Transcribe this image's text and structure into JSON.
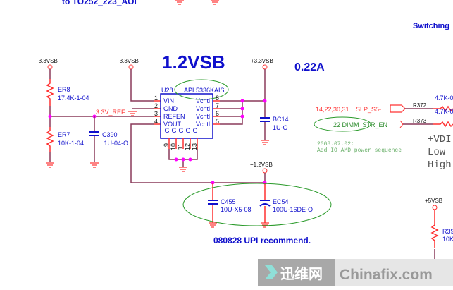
{
  "top_note": "to TO252_223_AOI",
  "switching": "Switching",
  "title": "1.2VSB",
  "current": "0.22A",
  "rails": {
    "v33_a": "+3.3VSB",
    "v33_b": "+3.3VSB",
    "v33_c": "+3.3VSB",
    "v12": "+1.2VSB",
    "v5": "+5VSB"
  },
  "er8": {
    "ref": "ER8",
    "val": "17.4K-1-04"
  },
  "er7": {
    "ref": "ER7",
    "val": "10K-1-04"
  },
  "c390": {
    "ref": "C390",
    "val": ".1U-04-O"
  },
  "net_ref": "3.3V_REF",
  "u28": {
    "ref": "U28",
    "part": "APL5336KAIS",
    "left_pins": [
      {
        "n": "1",
        "name": "VIN"
      },
      {
        "n": "2",
        "name": "GND"
      },
      {
        "n": "3",
        "name": "REFEN"
      },
      {
        "n": "4",
        "name": "VOUT"
      }
    ],
    "right_pins": [
      {
        "n": "8",
        "name": "Vcntl"
      },
      {
        "n": "7",
        "name": "Vcntl"
      },
      {
        "n": "6",
        "name": "Vcntl"
      },
      {
        "n": "5",
        "name": "Vcntl"
      }
    ],
    "bottom_pins": [
      "9",
      "10",
      "11",
      "12",
      "13"
    ],
    "g": "G"
  },
  "bc14": {
    "ref": "BC14",
    "val": "1U-O"
  },
  "c455": {
    "ref": "C455",
    "val": "10U-X5-08"
  },
  "ec54": {
    "ref": "EC54",
    "val": "100U-16DE-O"
  },
  "upi_note": "080828 UPI recommend.",
  "slp": {
    "pages": "14,22,30,31",
    "net": "SLP_S5-"
  },
  "dimm": "22  DIMM_STR_EN",
  "r372": {
    "ref": "R372",
    "val": "4.7K-0"
  },
  "r373": {
    "ref": "R373",
    "val": "4.7K-0"
  },
  "note_date": "2008.07.02:",
  "note_text": "Add IO AMD power sequence",
  "vdd_lines": [
    "+VDI",
    "Low",
    "High"
  ],
  "r39": {
    "ref": "R39",
    "val": "10K"
  },
  "watermark": {
    "cn": "迅维网",
    "en": "Chinafix.com"
  },
  "pin_one": "1",
  "pin_two": "2"
}
